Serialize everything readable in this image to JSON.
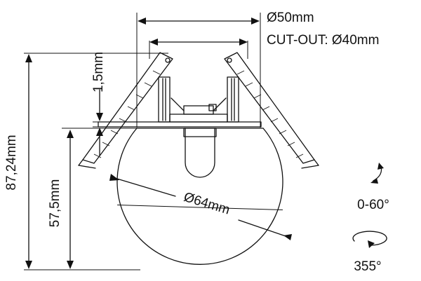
{
  "dimensions": {
    "outer_diameter": "Ø50mm",
    "cutout": "CUT-OUT: Ø40mm",
    "flange": "1,5mm",
    "total_height": "87,24mm",
    "globe_height": "57,5mm",
    "globe_diameter": "Ø64mm"
  },
  "adjustments": {
    "tilt": "0-60°",
    "rotation": "355°"
  },
  "colors": {
    "line": "#111111",
    "background": "#ffffff"
  }
}
